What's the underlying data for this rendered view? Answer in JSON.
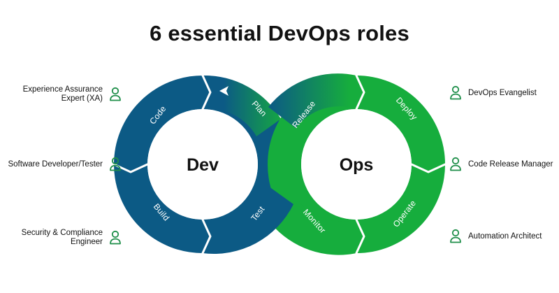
{
  "title": "6 essential DevOps roles",
  "roles": {
    "left": [
      {
        "label": "Experience Assurance Expert (XA)"
      },
      {
        "label": "Software Developer/Tester"
      },
      {
        "label": "Security & Compliance Engineer"
      }
    ],
    "right": [
      {
        "label": "DevOps Evangelist"
      },
      {
        "label": "Code Release Manager"
      },
      {
        "label": "Automation Architect"
      }
    ]
  },
  "diagram": {
    "dev_label": "Dev",
    "ops_label": "Ops",
    "segments": {
      "code": "Code",
      "plan": "Plan",
      "build": "Build",
      "test": "Test",
      "release": "Release",
      "deploy": "Deploy",
      "monitor": "Monitor",
      "operate": "Operate"
    },
    "colors": {
      "dev": "#0c5a85",
      "ops": "#16ad3d",
      "icon": "#1f8f4a"
    }
  }
}
